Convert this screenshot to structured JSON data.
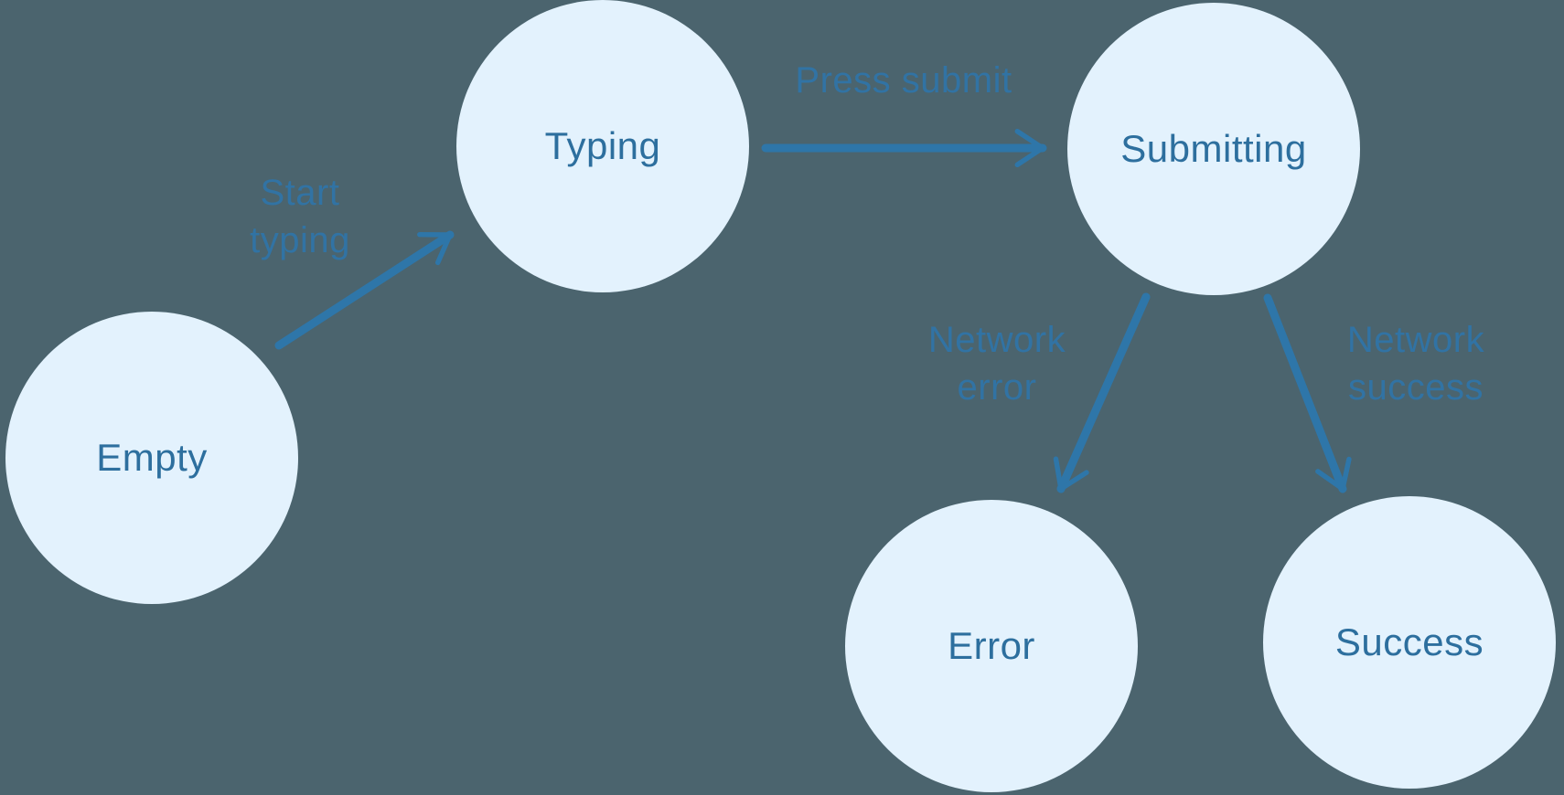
{
  "diagram": {
    "type": "state-machine",
    "states": [
      {
        "id": "empty",
        "label": "Empty"
      },
      {
        "id": "typing",
        "label": "Typing"
      },
      {
        "id": "submitting",
        "label": "Submitting"
      },
      {
        "id": "error",
        "label": "Error"
      },
      {
        "id": "success",
        "label": "Success"
      }
    ],
    "transitions": [
      {
        "from": "empty",
        "to": "typing",
        "label": "Start typing",
        "label_lines": [
          "Start",
          "typing"
        ]
      },
      {
        "from": "typing",
        "to": "submitting",
        "label": "Press submit",
        "label_lines": [
          "Press submit"
        ]
      },
      {
        "from": "submitting",
        "to": "error",
        "label": "Network error",
        "label_lines": [
          "Network",
          "error"
        ]
      },
      {
        "from": "submitting",
        "to": "success",
        "label": "Network success",
        "label_lines": [
          "Network",
          "success"
        ]
      }
    ],
    "colors": {
      "background": "#4B646E",
      "node_fill": "#E3F2FD",
      "node_text": "#2D6F9E",
      "arrow": "#2E76A9",
      "transition_label": "#3173A4"
    }
  }
}
